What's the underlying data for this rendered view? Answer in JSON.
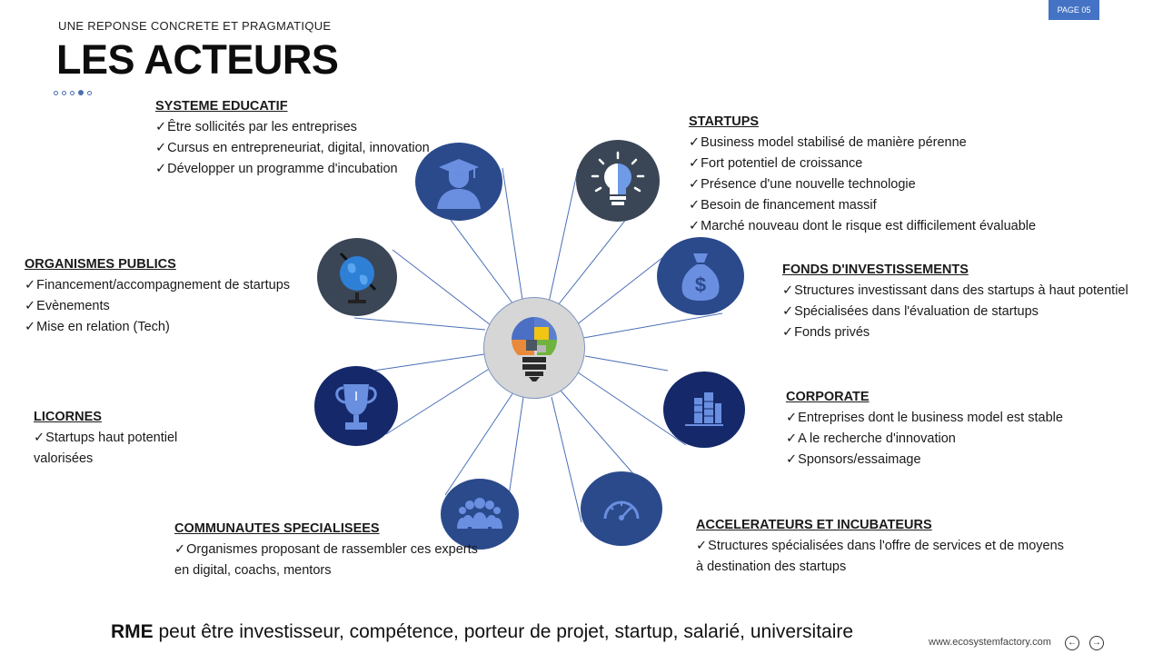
{
  "header": {
    "kicker": "UNE REPONSE CONCRETE  ET PRAGMATIQUE",
    "title": "LES ACTEURS",
    "page_badge": "PAGE 05"
  },
  "actors": {
    "systeme_educatif": {
      "title": "SYSTEME EDUCATIF",
      "items": [
        "Être sollicités par les entreprises",
        "Cursus en entrepreneuriat, digital, innovation",
        "Développer un programme d'incubation"
      ]
    },
    "startups": {
      "title": "STARTUPS",
      "items": [
        "Business model stabilisé de manière pérenne",
        "Fort potentiel de croissance",
        "Présence d'une nouvelle technologie",
        "Besoin de financement massif",
        "Marché nouveau dont le risque est difficilement évaluable"
      ]
    },
    "organismes_publics": {
      "title": "ORGANISMES PUBLICS",
      "items": [
        "Financement/accompagnement de startups",
        "Evènements",
        "Mise en relation (Tech)"
      ]
    },
    "fonds": {
      "title": "FONDS D'INVESTISSEMENTS",
      "items": [
        "Structures investissant dans des startups à haut potentiel",
        "Spécialisées dans l'évaluation  de startups",
        "Fonds privés"
      ]
    },
    "licornes": {
      "title": "LICORNES",
      "item1": "Startups haut potentiel",
      "item1_cont": "valorisées"
    },
    "corporate": {
      "title": "CORPORATE",
      "items": [
        "Entreprises dont le business model est stable",
        "A le recherche d'innovation",
        "Sponsors/essaimage"
      ]
    },
    "communautes": {
      "title": "COMMUNAUTES SPECIALISEES",
      "item1": "Organismes proposant de rassembler ces experts",
      "item1_cont": "en digital,  coachs, mentors"
    },
    "accelerateurs": {
      "title": "ACCELERATEURS ET INCUBATEURS",
      "item1": "Structures spécialisées  dans l'offre de services et de moyens",
      "item1_cont": "à destination des startups"
    }
  },
  "footer": {
    "rme_bold": "RME",
    "rme_rest": " peut être investisseur, compétence, porteur de projet, startup, salarié, universitaire",
    "url": "www.ecosystemfactory.com"
  },
  "icons": {
    "hub": "lightbulb-puzzle-icon",
    "graduate": "graduate-icon",
    "idea": "lightbulb-icon",
    "globe": "globe-icon",
    "money": "money-bag-icon",
    "trophy": "trophy-icon",
    "building": "building-icon",
    "community": "people-group-icon",
    "gauge": "speedometer-icon"
  },
  "colors": {
    "accent": "#4472c4",
    "circle_dark": "#2b4a8c",
    "circle_navy": "#15296a",
    "circle_slate": "#3a4656"
  }
}
